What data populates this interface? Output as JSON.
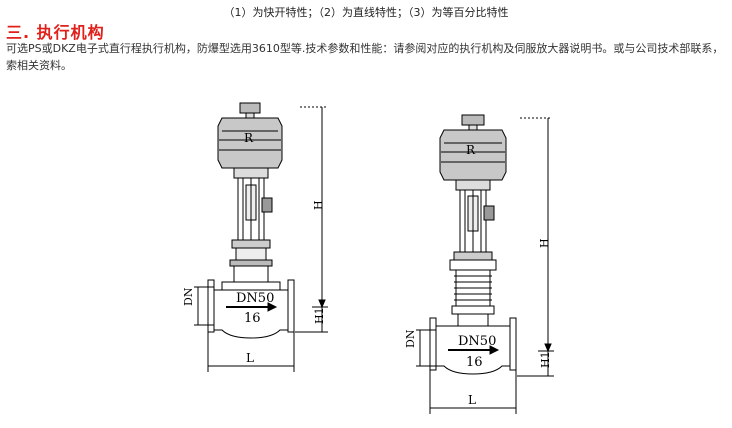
{
  "header_note": "（1）为快开特性；（2）为直线特性；（3）为等百分比特性",
  "section": {
    "title": "三. 执行机构",
    "body": "可选PS或DKZ电子式直行程执行机构，防爆型选用3610型等.技术参数和性能：请参阅对应的执行机构及伺服放大器说明书。或与公司技术部联系，索相关资料。"
  },
  "figure_left": {
    "actuator_label": "R",
    "dn_text": "DN50",
    "pn_text": "16",
    "dn_dim": "DN",
    "h_dim": "H",
    "h1_dim": "H1",
    "l_dim": "L"
  },
  "figure_right": {
    "actuator_label": "R",
    "dn_text": "DN50",
    "pn_text": "16",
    "dn_dim": "DN",
    "h_dim": "H",
    "h1_dim": "H1",
    "l_dim": "L"
  }
}
